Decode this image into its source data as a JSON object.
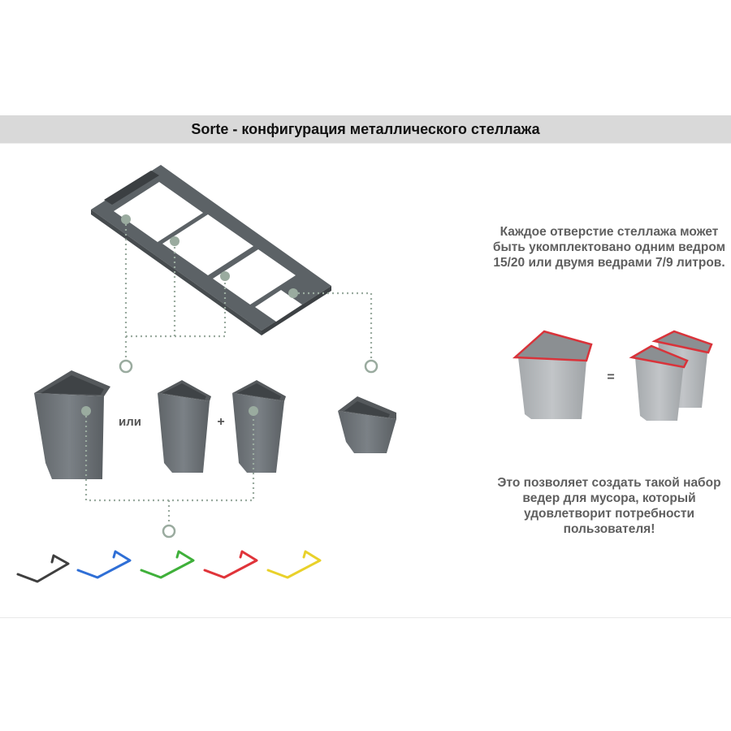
{
  "header": {
    "title": "Sorte - конфигурация металлического стеллажа"
  },
  "diagram": {
    "label_or": "или",
    "label_plus": "+",
    "label_equals": "=",
    "handle_colors": [
      "#3f3f3f",
      "#2f6fd6",
      "#3fb03a",
      "#e0343a",
      "#e9d12a"
    ],
    "connector_color": "#9aab9f",
    "bin_color": "#6e7478",
    "light_bin_color": "#b3b7ba",
    "rim_red": "#d9333a"
  },
  "info": {
    "description": "Каждое отверстие стеллажа может быть укомплектовано одним ведром 15/20 или двумя ведрами 7/9 литров.",
    "conclusion": "Это позволяет создать такой набор ведер для мусора, который удовлетворит потребности пользователя!"
  }
}
